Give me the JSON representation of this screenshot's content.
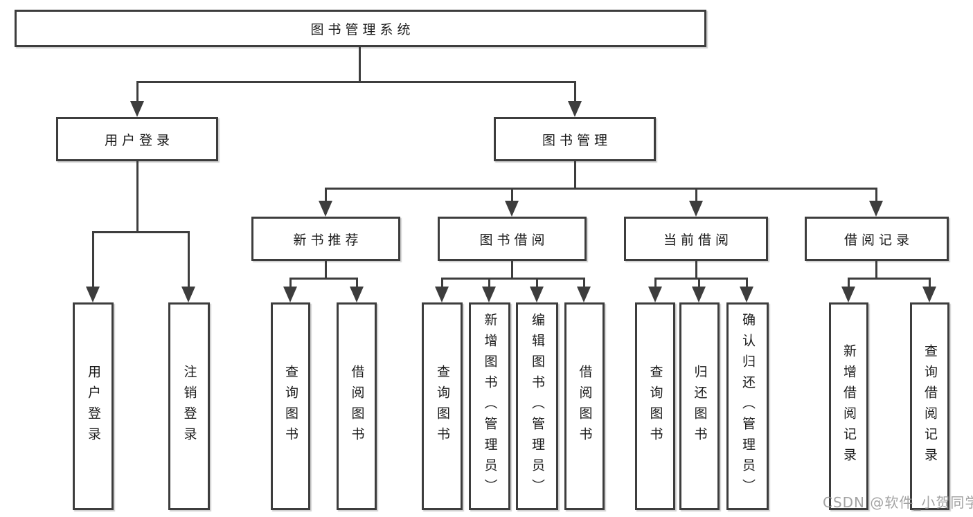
{
  "diagram": {
    "title": "图书管理系统",
    "root": "图书管理系统",
    "level2": [
      "用户登录",
      "图书管理"
    ],
    "level3": [
      "新书推荐",
      "图书借阅",
      "当前借阅",
      "借阅记录"
    ],
    "leaves": {
      "user_login": [
        "用户登录",
        "注销登录"
      ],
      "new_book": [
        "查询图书",
        "借阅图书"
      ],
      "book_borrow": [
        "查询图书",
        "新增图书（管理员）",
        "编辑图书（管理员）",
        "借阅图书"
      ],
      "current_borrow": [
        "查询图书",
        "归还图书",
        "确认归还（管理员）"
      ],
      "borrow_record": [
        "新增借阅记录",
        "查询借阅记录"
      ]
    },
    "tree": {
      "label": "图书管理系统",
      "children": [
        {
          "label": "用户登录",
          "children": [
            {
              "label": "用户登录"
            },
            {
              "label": "注销登录"
            }
          ]
        },
        {
          "label": "图书管理",
          "children": [
            {
              "label": "新书推荐",
              "children": [
                {
                  "label": "查询图书"
                },
                {
                  "label": "借阅图书"
                }
              ]
            },
            {
              "label": "图书借阅",
              "children": [
                {
                  "label": "查询图书"
                },
                {
                  "label": "新增图书（管理员）"
                },
                {
                  "label": "编辑图书（管理员）"
                },
                {
                  "label": "借阅图书"
                }
              ]
            },
            {
              "label": "当前借阅",
              "children": [
                {
                  "label": "查询图书"
                },
                {
                  "label": "归还图书"
                },
                {
                  "label": "确认归还（管理员）"
                }
              ]
            },
            {
              "label": "借阅记录",
              "children": [
                {
                  "label": "新增借阅记录"
                },
                {
                  "label": "查询借阅记录"
                }
              ]
            }
          ]
        }
      ]
    },
    "colors": {
      "line": "#3d3d3d",
      "text": "#1a1a1a",
      "background": "#ffffff",
      "watermark": "#969696"
    }
  },
  "watermark": "CSDN @软件_小贺同学"
}
